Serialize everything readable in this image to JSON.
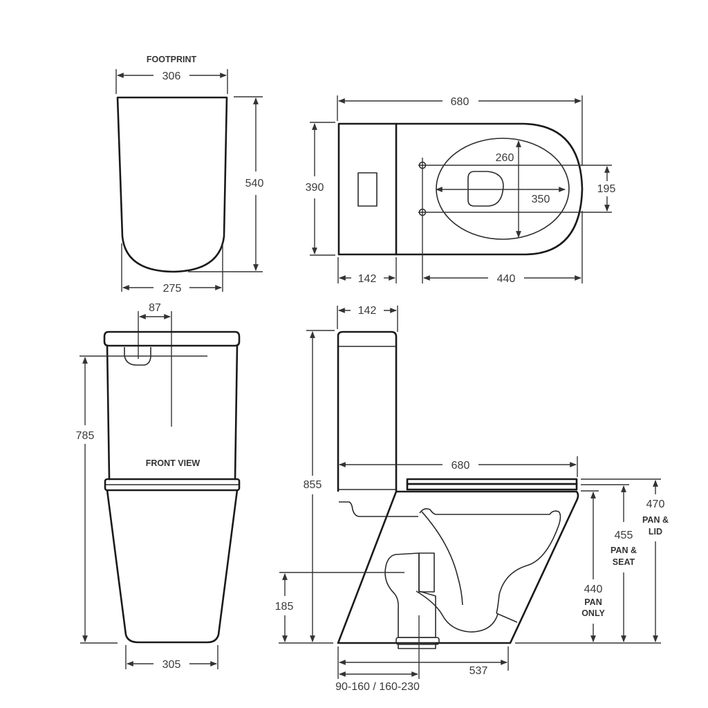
{
  "footprint": {
    "title": "FOOTPRINT",
    "width_top": "306",
    "depth": "540",
    "width_bottom": "275"
  },
  "top_view": {
    "overall_length": "680",
    "width": "390",
    "cistern_depth": "142",
    "set_out": "440",
    "bowl_length": "350",
    "bowl_width": "260",
    "seat_fixing_spacing": "195"
  },
  "front_view": {
    "title": "FRONT VIEW",
    "button_offset": "87",
    "button_height": "785",
    "base_width": "305"
  },
  "side_view": {
    "cistern_depth": "142",
    "overall_height": "855",
    "overall_length": "680",
    "outlet_height": "185",
    "base_length": "537",
    "set_out_range": "90-160 / 160-230",
    "pan_only_height": "440",
    "pan_only_label_1": "PAN",
    "pan_only_label_2": "ONLY",
    "pan_seat_height": "455",
    "pan_seat_label_1": "PAN &",
    "pan_seat_label_2": "SEAT",
    "pan_lid_height": "470",
    "pan_lid_label_1": "PAN &",
    "pan_lid_label_2": "LID"
  }
}
